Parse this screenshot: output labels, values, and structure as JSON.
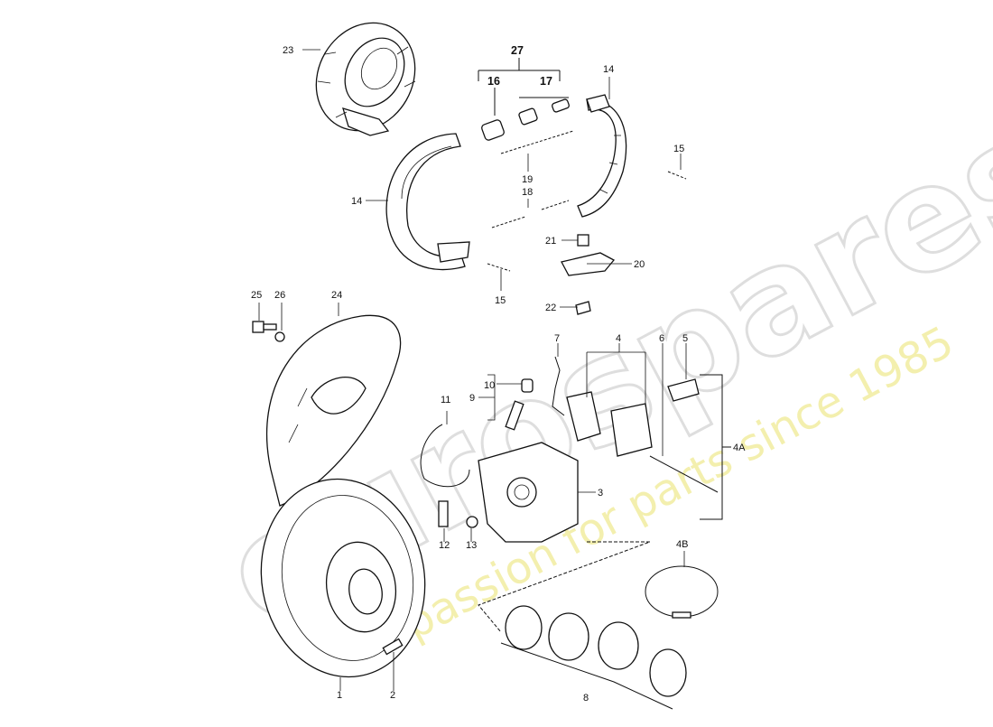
{
  "watermark": {
    "brand": "eurospares",
    "tagline": "a passion for parts since 1985",
    "brand_color": "#dcdcdc",
    "tagline_color": "#efe88f"
  },
  "labels": {
    "p1": "1",
    "p2": "2",
    "p3": "3",
    "p4": "4",
    "p4A": "4A",
    "p4B": "4B",
    "p5": "5",
    "p6": "6",
    "p7": "7",
    "p8": "8",
    "p9": "9",
    "p10": "10",
    "p11": "11",
    "p12": "12",
    "p13": "13",
    "p14a": "14",
    "p14b": "14",
    "p15a": "15",
    "p15b": "15",
    "p16": "16",
    "p17": "17",
    "p18": "18",
    "p19": "19",
    "p20": "20",
    "p21": "21",
    "p22": "22",
    "p23": "23",
    "p24": "24",
    "p25": "25",
    "p26": "26",
    "p27": "27"
  }
}
